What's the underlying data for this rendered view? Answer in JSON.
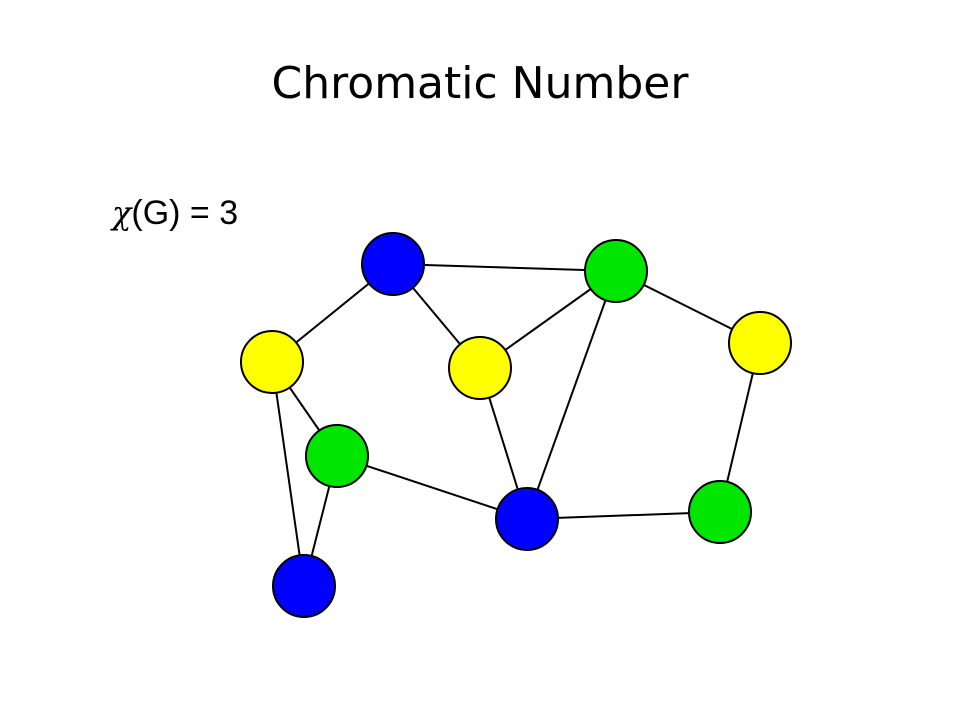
{
  "slide": {
    "title": "Chromatic Number"
  },
  "formula": {
    "symbol": "χ",
    "expression": "(G) = 3"
  },
  "graph": {
    "colors": {
      "blue": "#0000ff",
      "green": "#00e600",
      "yellow": "#ffff00",
      "stroke": "#000000"
    },
    "nodes": [
      {
        "id": "n1",
        "color": "blue"
      },
      {
        "id": "n2",
        "color": "green"
      },
      {
        "id": "n3",
        "color": "yellow"
      },
      {
        "id": "n4",
        "color": "yellow"
      },
      {
        "id": "n5",
        "color": "yellow"
      },
      {
        "id": "n6",
        "color": "green"
      },
      {
        "id": "n7",
        "color": "blue"
      },
      {
        "id": "n8",
        "color": "green"
      },
      {
        "id": "n9",
        "color": "blue"
      }
    ],
    "edges": [
      [
        "n1",
        "n2"
      ],
      [
        "n1",
        "n3"
      ],
      [
        "n1",
        "n4"
      ],
      [
        "n2",
        "n4"
      ],
      [
        "n2",
        "n5"
      ],
      [
        "n2",
        "n7"
      ],
      [
        "n3",
        "n6"
      ],
      [
        "n3",
        "n9"
      ],
      [
        "n4",
        "n7"
      ],
      [
        "n6",
        "n7"
      ],
      [
        "n6",
        "n9"
      ],
      [
        "n7",
        "n8"
      ],
      [
        "n5",
        "n8"
      ]
    ]
  }
}
